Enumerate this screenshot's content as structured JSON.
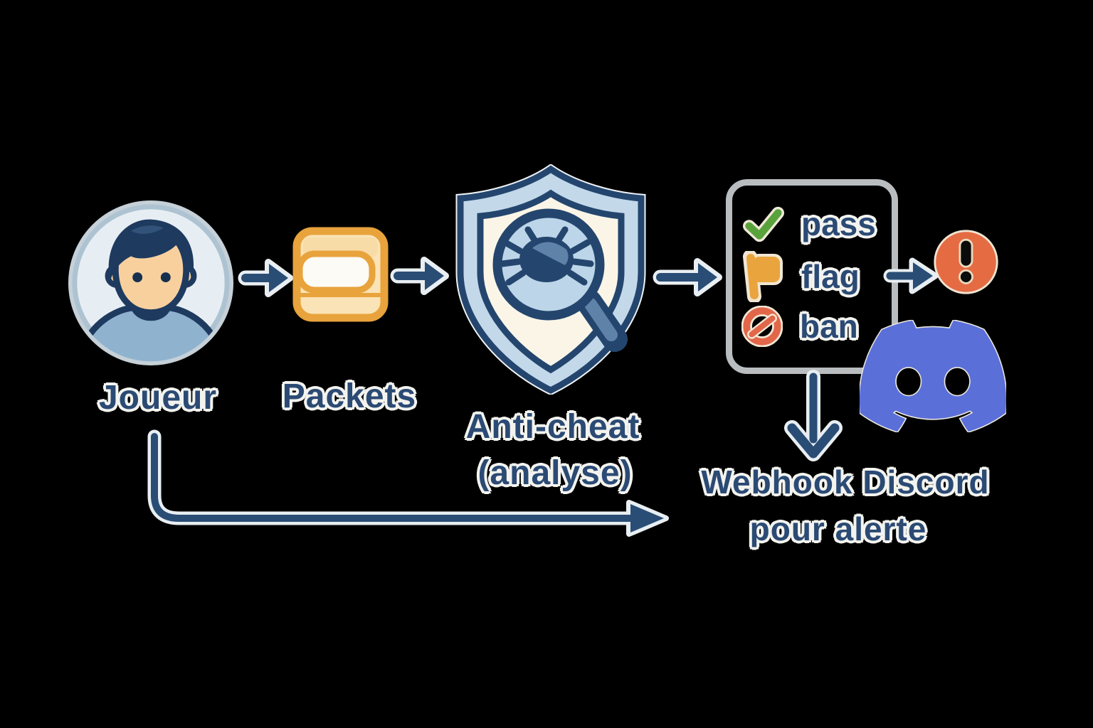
{
  "diagram": {
    "title_implicit": "Anti-cheat flow diagram",
    "nodes": {
      "player": {
        "label": "Joueur",
        "icon": "player-avatar-icon"
      },
      "packets": {
        "label": "Packets",
        "icon": "packets-icon"
      },
      "anticheat": {
        "label_line1": "Anti-cheat",
        "label_line2": "(analyse)",
        "icon": "shield-bug-magnifier-icon"
      },
      "verdicts": {
        "items": [
          {
            "icon": "check-icon",
            "label": "pass",
            "color": "#5aa33c"
          },
          {
            "icon": "flag-icon",
            "label": "flag",
            "color": "#e9a43e"
          },
          {
            "icon": "ban-icon",
            "label": "ban",
            "color": "#e2664a"
          }
        ]
      },
      "alert": {
        "icon": "alert-exclamation-icon",
        "color": "#e56b43"
      },
      "discord": {
        "icon": "discord-logo-icon",
        "color": "#5b6fd9"
      },
      "webhook": {
        "label_line1": "Webhook Discord",
        "label_line2": "pour alerte"
      }
    },
    "edges": [
      {
        "from": "player",
        "to": "packets"
      },
      {
        "from": "packets",
        "to": "anticheat"
      },
      {
        "from": "anticheat",
        "to": "verdicts"
      },
      {
        "from": "verdicts",
        "to": "alert"
      },
      {
        "from": "verdicts",
        "to": "webhook"
      },
      {
        "from": "player",
        "to": "webhook"
      }
    ],
    "colors": {
      "background": "#000000",
      "label_text": "#2b4a74",
      "label_outline": "#f3f3ef",
      "arrow": "#2a4d75",
      "arrow_outline": "#e8eef2",
      "box_border": "#b9bdbf",
      "avatar_ring": "#b7c9d6",
      "avatar_bg": "#e7eef3",
      "avatar_hair": "#1e3a5f",
      "avatar_skin": "#f8d09e",
      "avatar_shirt": "#8fb3cf",
      "packets_border": "#e8a33c",
      "packets_fill": "#fae3b6",
      "packets_band": "#fcfbf6",
      "shield_outline": "#24466e",
      "shield_band": "#c3d9ea",
      "shield_inner": "#faf5e7",
      "magnifier_fill": "#bcd5e8",
      "magnifier_slate": "#5f83a8",
      "check_green": "#5aa33c",
      "flag_orange": "#e9a43e",
      "ban_red": "#e2664a",
      "alert_fill": "#e56b43",
      "discord_blurple": "#5b6fd9"
    }
  }
}
